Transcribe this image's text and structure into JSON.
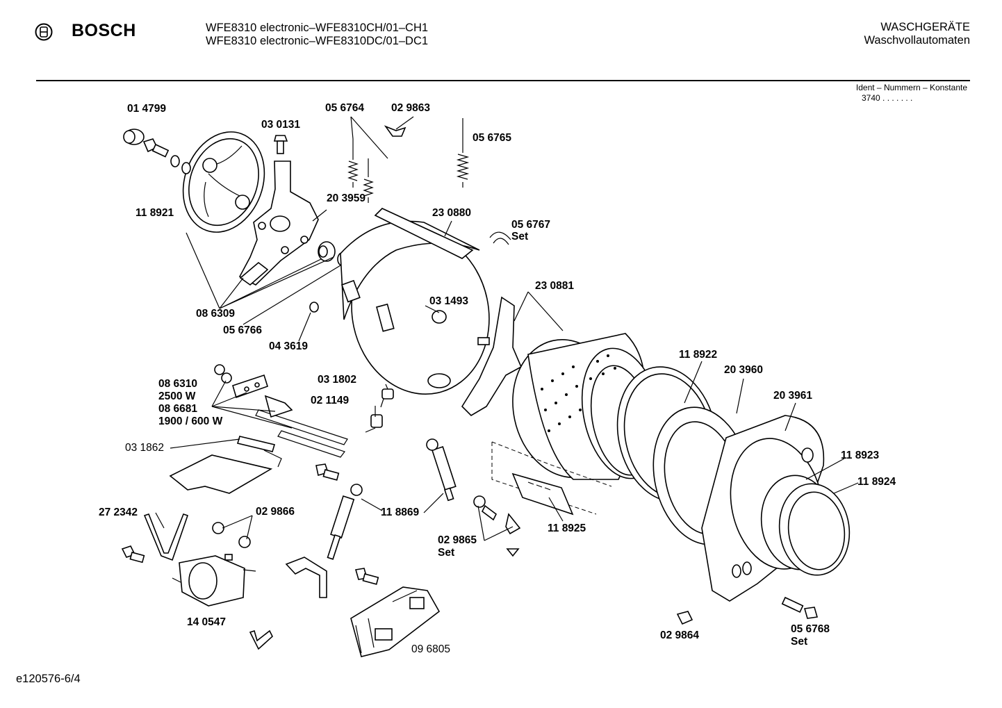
{
  "header": {
    "brand": "BOSCH",
    "model_line_1": "WFE8310 electronic–WFE8310CH/01–CH1",
    "model_line_2": "WFE8310 electronic–WFE8310DC/01–DC1",
    "category_line_1": "WASCHGERÄTE",
    "category_line_2": "Waschvollautomaten",
    "ident_caption": "Ident – Nummern – Konstante",
    "ident_value": "3740 . . .  . . . ."
  },
  "parts": [
    {
      "id": "p01",
      "number": "01 4799"
    },
    {
      "id": "p02",
      "number": "03 0131"
    },
    {
      "id": "p03",
      "number": "05 6764"
    },
    {
      "id": "p04",
      "number": "02 9863"
    },
    {
      "id": "p05",
      "number": "05 6765"
    },
    {
      "id": "p06",
      "number": "11 8921"
    },
    {
      "id": "p07",
      "number": "20 3959"
    },
    {
      "id": "p08",
      "number": "23 0880"
    },
    {
      "id": "p09",
      "number": "05 6767",
      "suffix": "Set"
    },
    {
      "id": "p10",
      "number": "23 0881"
    },
    {
      "id": "p11",
      "number": "03 1493"
    },
    {
      "id": "p12",
      "number": "08 6309"
    },
    {
      "id": "p13",
      "number": "05 6766"
    },
    {
      "id": "p14",
      "number": "04 3619"
    },
    {
      "id": "p15",
      "number": "08 6310"
    },
    {
      "id": "p16",
      "number": "2500 W"
    },
    {
      "id": "p17",
      "number": "08 6681"
    },
    {
      "id": "p18",
      "number": "1900 / 600 W"
    },
    {
      "id": "p19",
      "number": "03 1802"
    },
    {
      "id": "p20",
      "number": "02 1149"
    },
    {
      "id": "p21",
      "number": "03 1862"
    },
    {
      "id": "p22",
      "number": "11 8922"
    },
    {
      "id": "p23",
      "number": "20 3960"
    },
    {
      "id": "p24",
      "number": "20 3961"
    },
    {
      "id": "p25",
      "number": "11 8923"
    },
    {
      "id": "p26",
      "number": "11 8924"
    },
    {
      "id": "p27",
      "number": "27 2342"
    },
    {
      "id": "p28",
      "number": "02 9866"
    },
    {
      "id": "p29",
      "number": "11 8869"
    },
    {
      "id": "p30",
      "number": "02 9865",
      "suffix": "Set"
    },
    {
      "id": "p31",
      "number": "11 8925"
    },
    {
      "id": "p32",
      "number": "14 0547"
    },
    {
      "id": "p33",
      "number": "09 6805"
    },
    {
      "id": "p34",
      "number": "02 9864"
    },
    {
      "id": "p35",
      "number": "05 6768",
      "suffix": "Set"
    }
  ],
  "footer": {
    "drawing_code": "e120576-6/4"
  }
}
